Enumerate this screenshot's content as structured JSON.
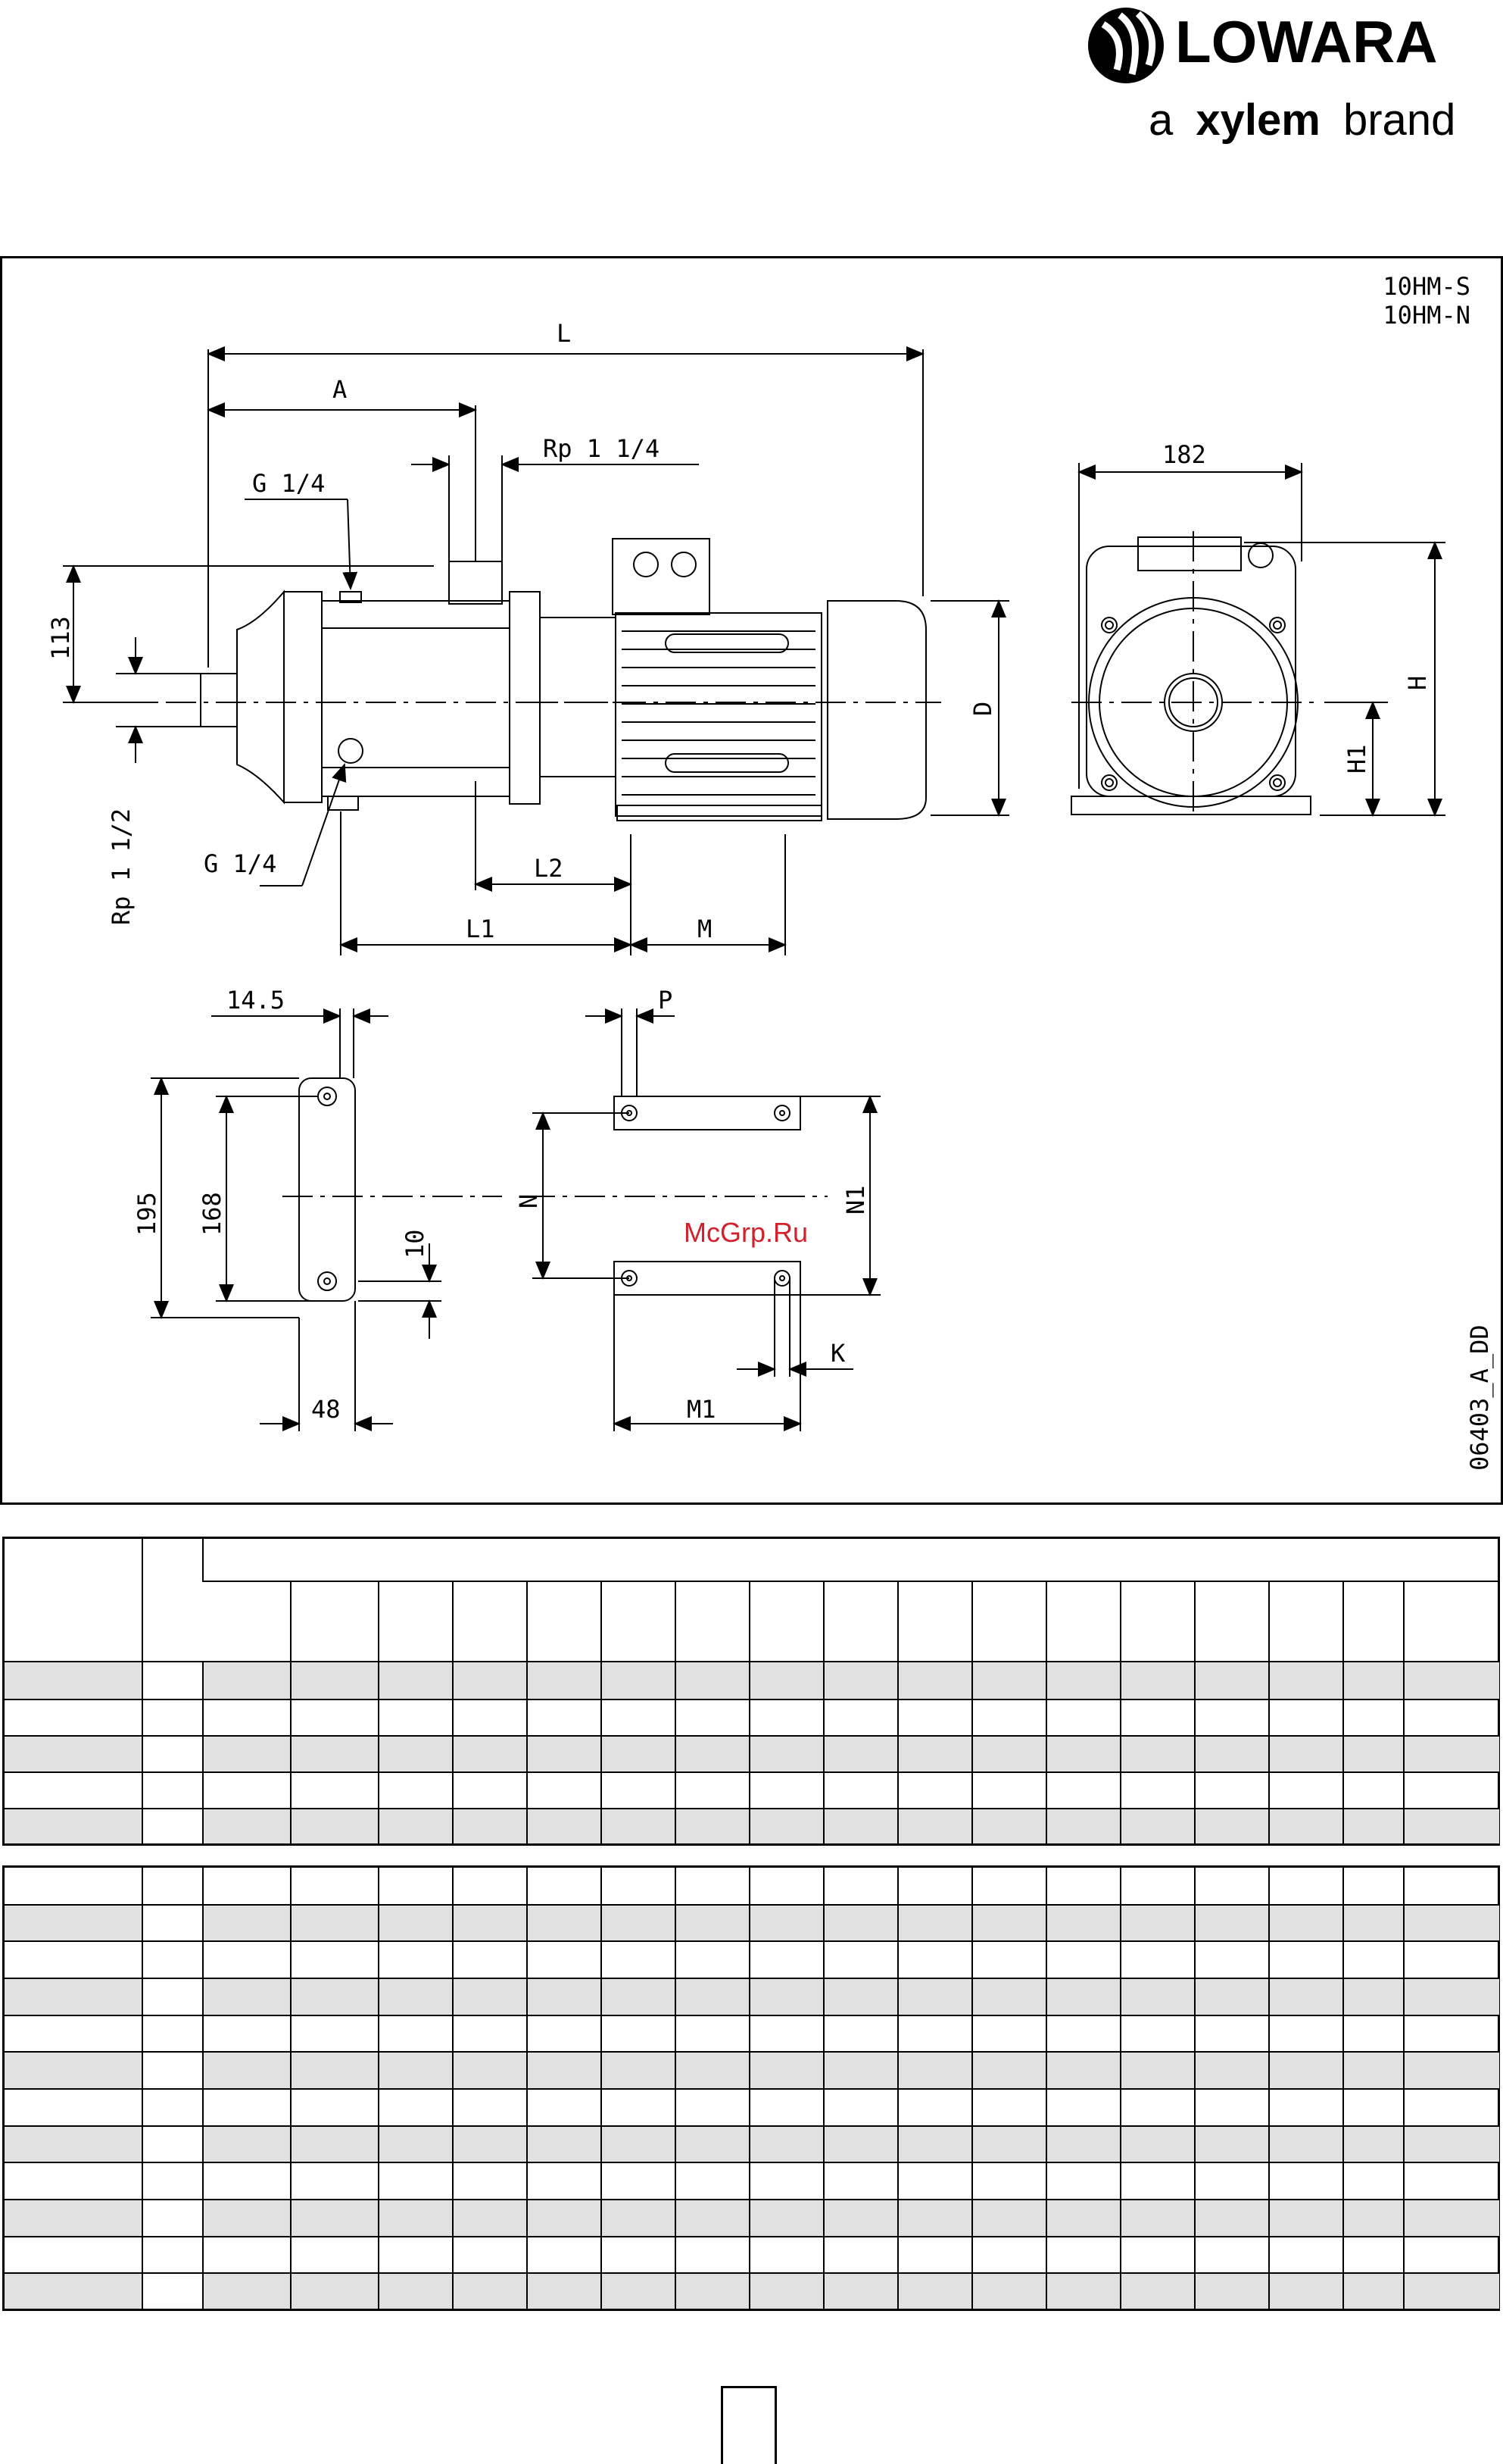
{
  "brand": {
    "name": "LOWARA",
    "tagline_prefix": "a",
    "tagline_bold": "xylem",
    "tagline_suffix": "brand"
  },
  "drawing": {
    "models": [
      "10HM-S",
      "10HM-N"
    ],
    "labels": {
      "L": "L",
      "A": "A",
      "outlet": "Rp 1 1/4",
      "g14_top": "G 1/4",
      "g14_bottom": "G 1/4",
      "d113": "113",
      "inlet": "Rp 1 1/2",
      "D": "D",
      "L2": "L2",
      "L1": "L1",
      "M": "M",
      "d182": "182",
      "H": "H",
      "H1": "H1",
      "d14_5": "14.5",
      "d195": "195",
      "d168": "168",
      "d10": "10",
      "d48": "48",
      "P": "P",
      "N": "N",
      "N1": "N1",
      "K": "K",
      "M1": "M1"
    },
    "watermark": "McGrp.Ru",
    "drawing_code": "06403_A_DD"
  },
  "colors": {
    "row_shade": "#e1e1e1",
    "watermark": "#d4202a",
    "frame": "#000000"
  }
}
